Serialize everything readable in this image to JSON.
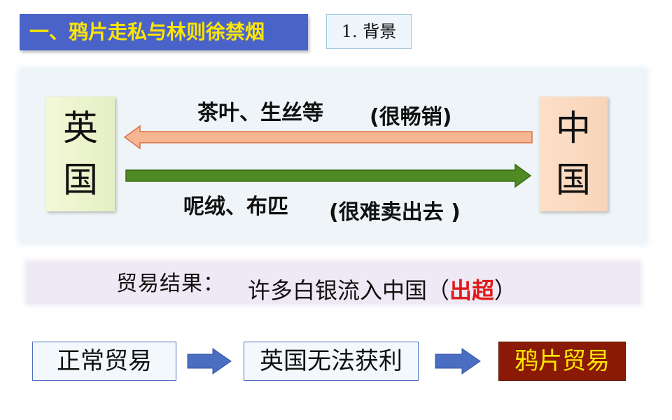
{
  "header": {
    "title": "一、鸦片走私与林则徐禁烟",
    "section": "1. 背景"
  },
  "trade": {
    "left_country": [
      "英",
      "国"
    ],
    "right_country": [
      "中",
      "国"
    ],
    "export_goods": "茶叶、生丝等",
    "export_note": "(很畅销)",
    "import_goods": "呢绒、布匹",
    "import_note": "(很难卖出去 )"
  },
  "result": {
    "label": "贸易结果：",
    "text_before": "许多白银流入中国（",
    "highlight": "出超",
    "text_after": "）"
  },
  "flow": {
    "steps": [
      "正常贸易",
      "英国无法获利",
      "鸦片贸易"
    ]
  },
  "colors": {
    "title_bg": "#4a63c8",
    "title_text": "#ffe600",
    "arrow_top": "#f6b691",
    "arrow_bottom": "#4f8a22",
    "flow_arrow": "#4a6fc2",
    "final_box_bg": "#8a1a06",
    "highlight": "#e01818"
  }
}
